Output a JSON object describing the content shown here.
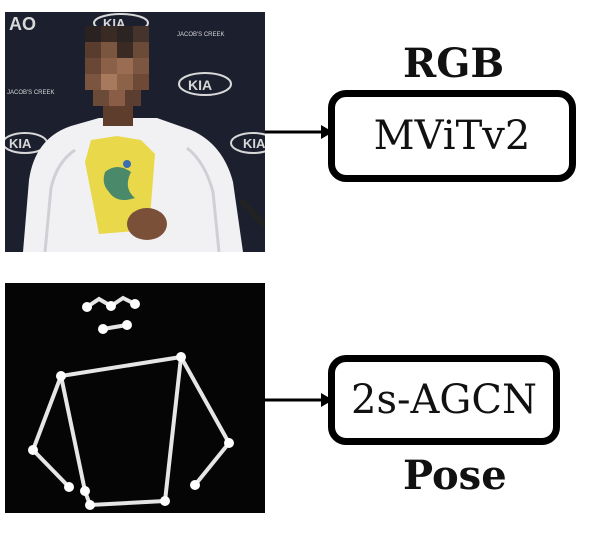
{
  "rgb_branch": {
    "modality_label": "RGB",
    "model_label": "MViTv2",
    "frame_logos": {
      "ao": "AO",
      "kia": "KIA",
      "jacobs_creek": "JACOB'S CREEK"
    }
  },
  "pose_branch": {
    "modality_label": "Pose",
    "model_label": "2s-AGCN"
  },
  "colors": {
    "box_border": "#000000",
    "skeleton": "#e6e6e6",
    "pose_background": "#050505",
    "rgb_background": "#1b1d2a"
  }
}
